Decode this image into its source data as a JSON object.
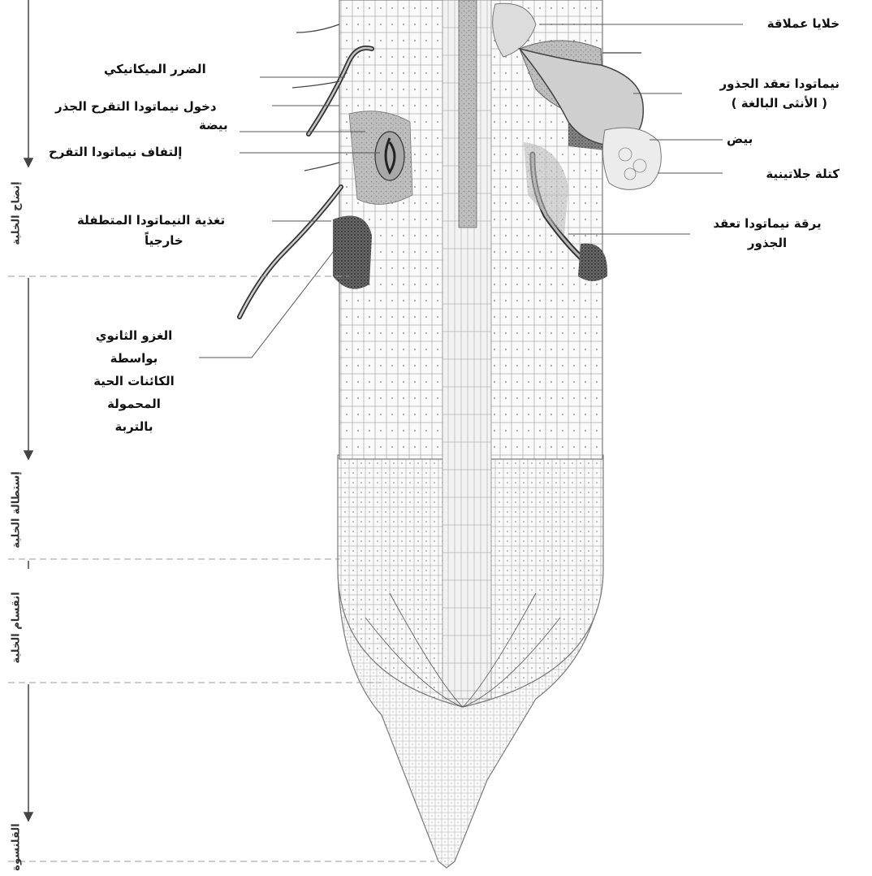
{
  "labels": {
    "giant_cells": "خلايا عملاقة",
    "mechanical_damage": "الضرر الميكانيكي",
    "root_knot_female": "نيماتودا تعقد الجذور",
    "root_knot_female_2": "( الأنثى البالغة )",
    "lesion_entry": "دخول نيماتودا التقرح الجذر",
    "egg": "بيضة",
    "eggs": "بيض",
    "lesion_coiled": "إلتفاف نيماتودا التقرح",
    "gelatinous_matrix": "كتلة جلاتينية",
    "ecto_feeding_1": "تغذية النيماتودا المتطفلة",
    "ecto_feeding_2": "خارجياً",
    "juvenile_1": "يرقة نيماتودا تعقد",
    "juvenile_2": "الجذور",
    "secondary_1": "الغزو الثانوي",
    "secondary_2": "بواسطة",
    "secondary_3": "الكائنات الحية",
    "secondary_4": "المحمولة",
    "secondary_5": "بالتربة"
  },
  "zones": {
    "maturation": "إنضاج الخلية",
    "elongation": "إستطالة الخلية",
    "division": "انقسام الخلية",
    "root_cap": "القلنسوة"
  },
  "colors": {
    "ink": "#333333",
    "cell_line": "#8a8a8a",
    "tissue_dark": "#4a4a4a",
    "tissue_light": "#c8c8c8"
  }
}
